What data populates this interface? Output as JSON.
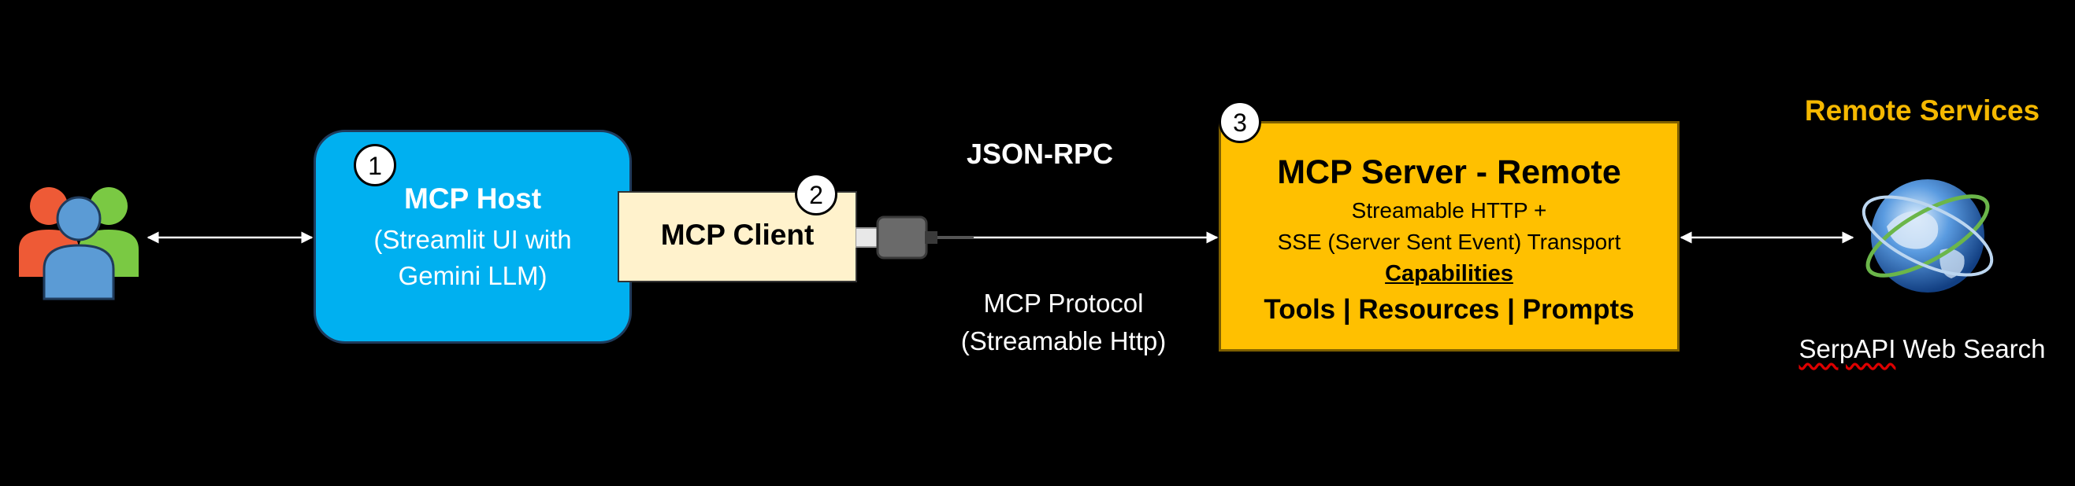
{
  "host": {
    "badge": "1",
    "title": "MCP Host",
    "subtitle_line1": "(Streamlit UI with",
    "subtitle_line2": "Gemini LLM)"
  },
  "client": {
    "badge": "2",
    "title": "MCP Client"
  },
  "transport": {
    "top_label": "JSON-RPC",
    "bottom_line1": "MCP Protocol",
    "bottom_line2": "(Streamable Http)"
  },
  "server": {
    "badge": "3",
    "title": "MCP Server - Remote",
    "line1": "Streamable HTTP +",
    "line2": "SSE (Server Sent Event) Transport",
    "capabilities_label": "Capabilities",
    "capabilities": "Tools | Resources | Prompts"
  },
  "remote": {
    "heading": "Remote Services",
    "service_name_part1": "SerpAPI",
    "service_name_part2": " Web Search"
  },
  "icons": {
    "users": "users-group-icon",
    "connector": "usb-connector-icon",
    "globe": "globe-icon"
  },
  "colors": {
    "host": "#00b0f0",
    "client": "#fff2cc",
    "server": "#ffc000",
    "remote_heading": "#f5b800",
    "user_red": "#ee5a36",
    "user_green": "#7ac943",
    "user_blue": "#5b9bd5"
  }
}
